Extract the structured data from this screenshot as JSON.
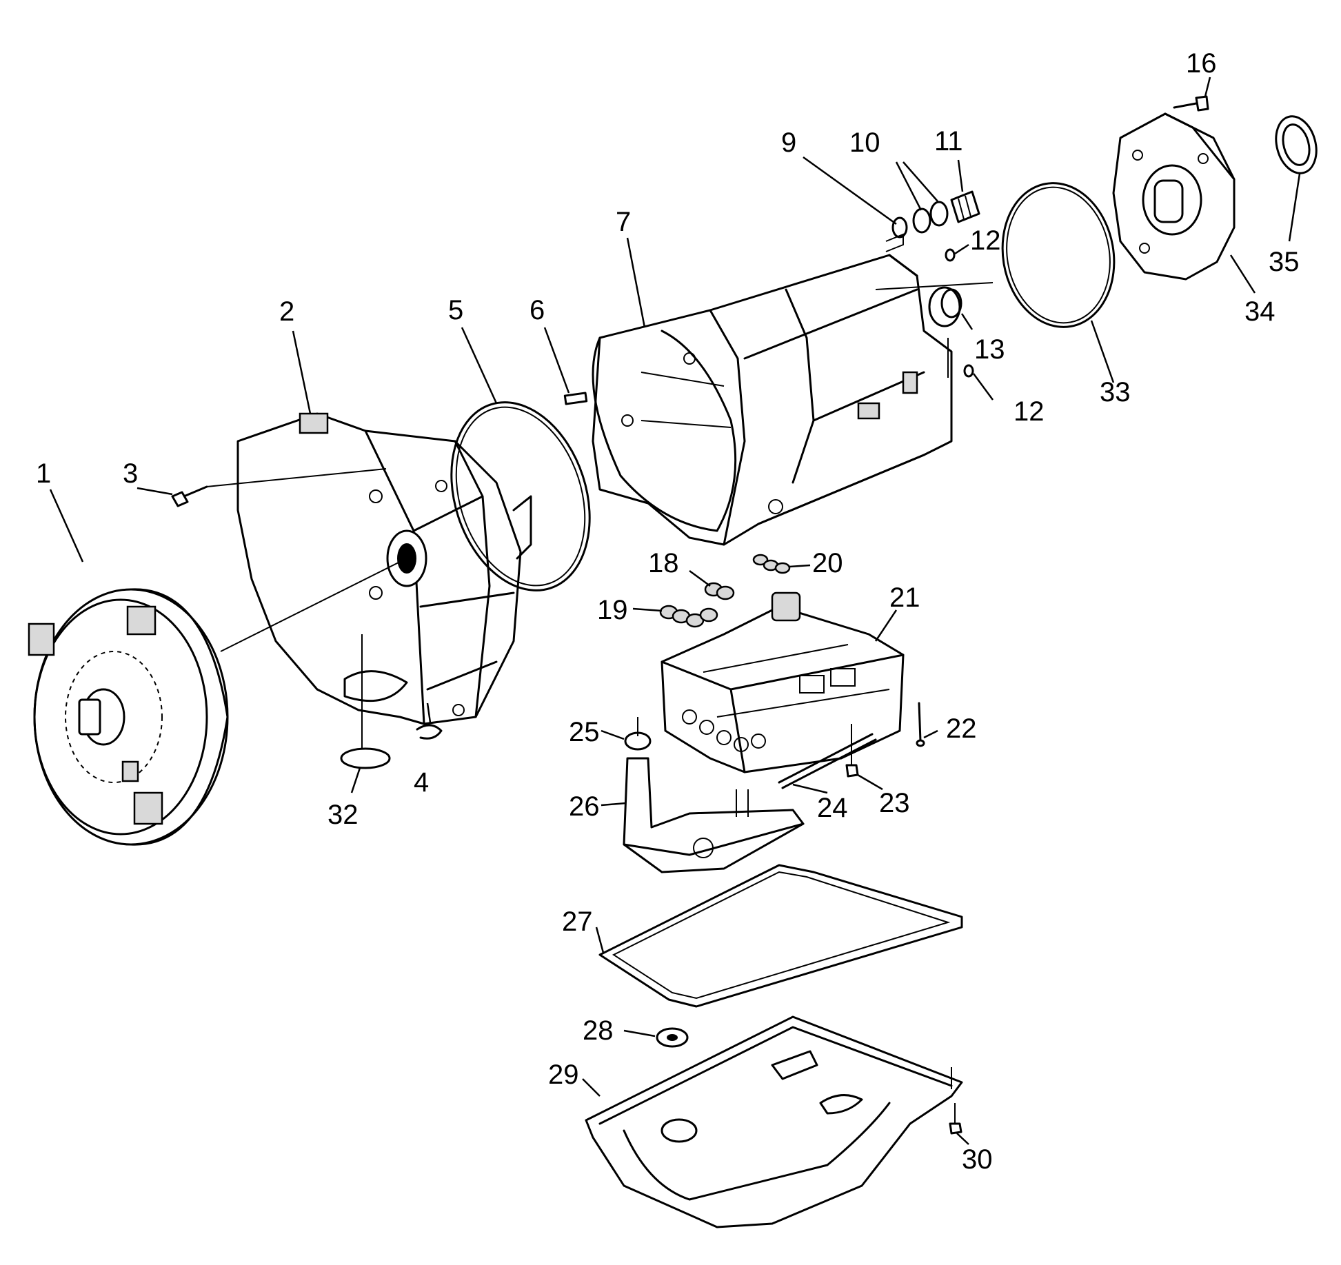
{
  "diagram": {
    "callouts": [
      "1",
      "2",
      "3",
      "4",
      "5",
      "6",
      "7",
      "9",
      "10",
      "11",
      "12",
      "12",
      "13",
      "16",
      "18",
      "19",
      "20",
      "21",
      "22",
      "23",
      "24",
      "25",
      "26",
      "27",
      "28",
      "29",
      "30",
      "32",
      "33",
      "34",
      "35"
    ]
  }
}
